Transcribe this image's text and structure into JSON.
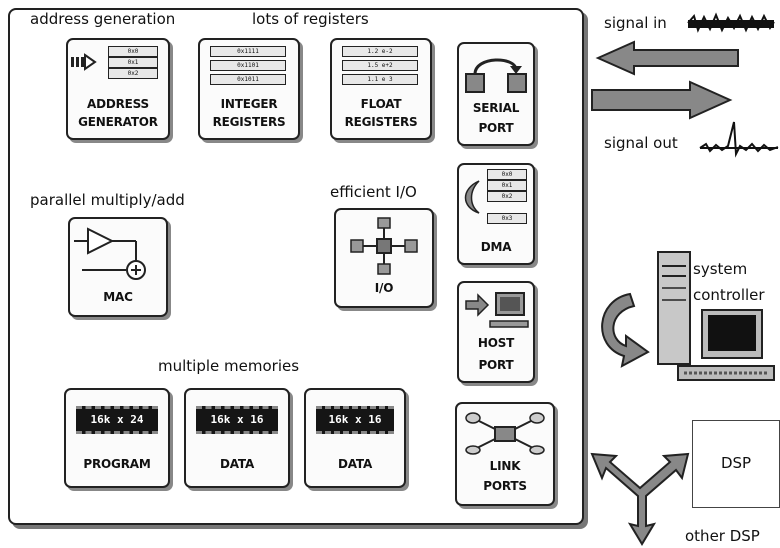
{
  "labels": {
    "address_generation": "address generation",
    "lots_of_registers": "lots of registers",
    "parallel_multiply_add": "parallel multiply/add",
    "efficient_io": "efficient I/O",
    "multiple_memories": "multiple memories",
    "signal_in": "signal in",
    "signal_out": "signal out",
    "system_controller": [
      "system",
      "controller"
    ],
    "other_dsp": "other DSP"
  },
  "blocks": {
    "address_generator": [
      "ADDRESS",
      "GENERATOR"
    ],
    "integer_registers": [
      "INTEGER",
      "REGISTERS"
    ],
    "float_registers": [
      "FLOAT",
      "REGISTERS"
    ],
    "serial_port": [
      "SERIAL",
      "PORT"
    ],
    "dma": "DMA",
    "mac": "MAC",
    "io": "I/O",
    "host_port": [
      "HOST",
      "PORT"
    ],
    "program": "PROGRAM",
    "data_1": "DATA",
    "data_2": "DATA",
    "link_ports": [
      "LINK",
      "PORTS"
    ],
    "dsp": "DSP"
  },
  "chips": {
    "program": "16k x 24",
    "data_1": "16k x 16",
    "data_2": "16k x 16"
  }
}
